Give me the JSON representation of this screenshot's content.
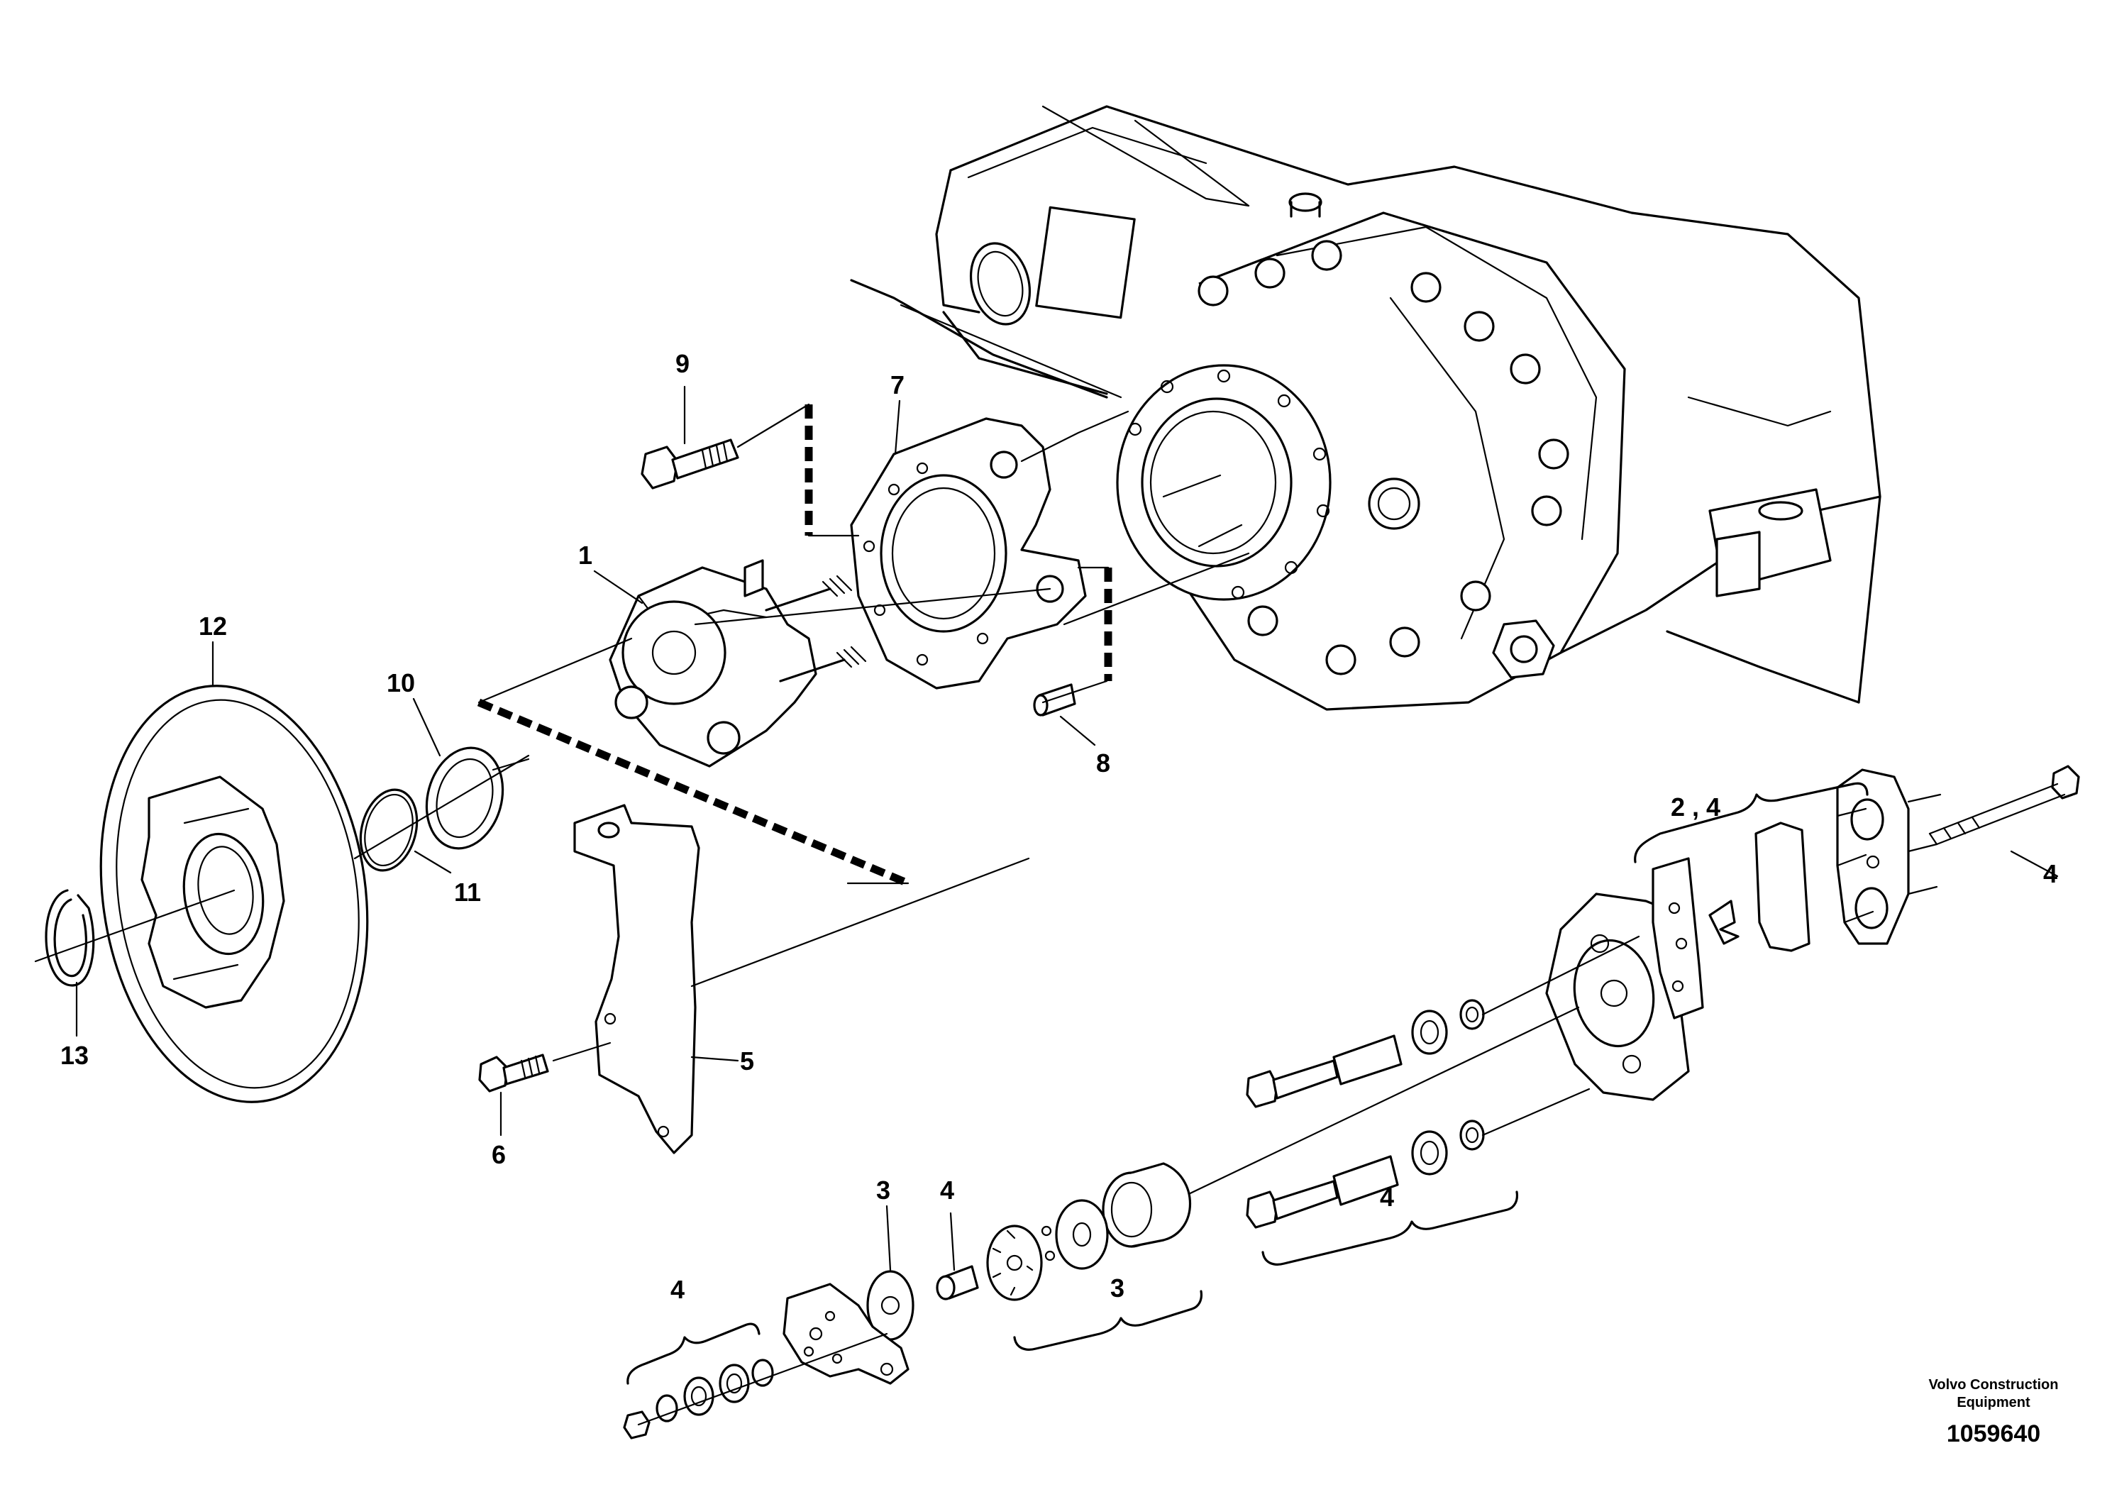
{
  "labels": {
    "l1": "1",
    "l2_4": "2 , 4",
    "l3a": "3",
    "l3b": "3",
    "l4a": "4",
    "l4b": "4",
    "l4c": "4",
    "l4d": "4",
    "l5": "5",
    "l6": "6",
    "l7": "7",
    "l8": "8",
    "l9": "9",
    "l10": "10",
    "l11": "11",
    "l12": "12",
    "l13": "13"
  },
  "footer": {
    "brand_line1": "Volvo Construction",
    "brand_line2": "Equipment",
    "drawing_number": "1059640"
  }
}
